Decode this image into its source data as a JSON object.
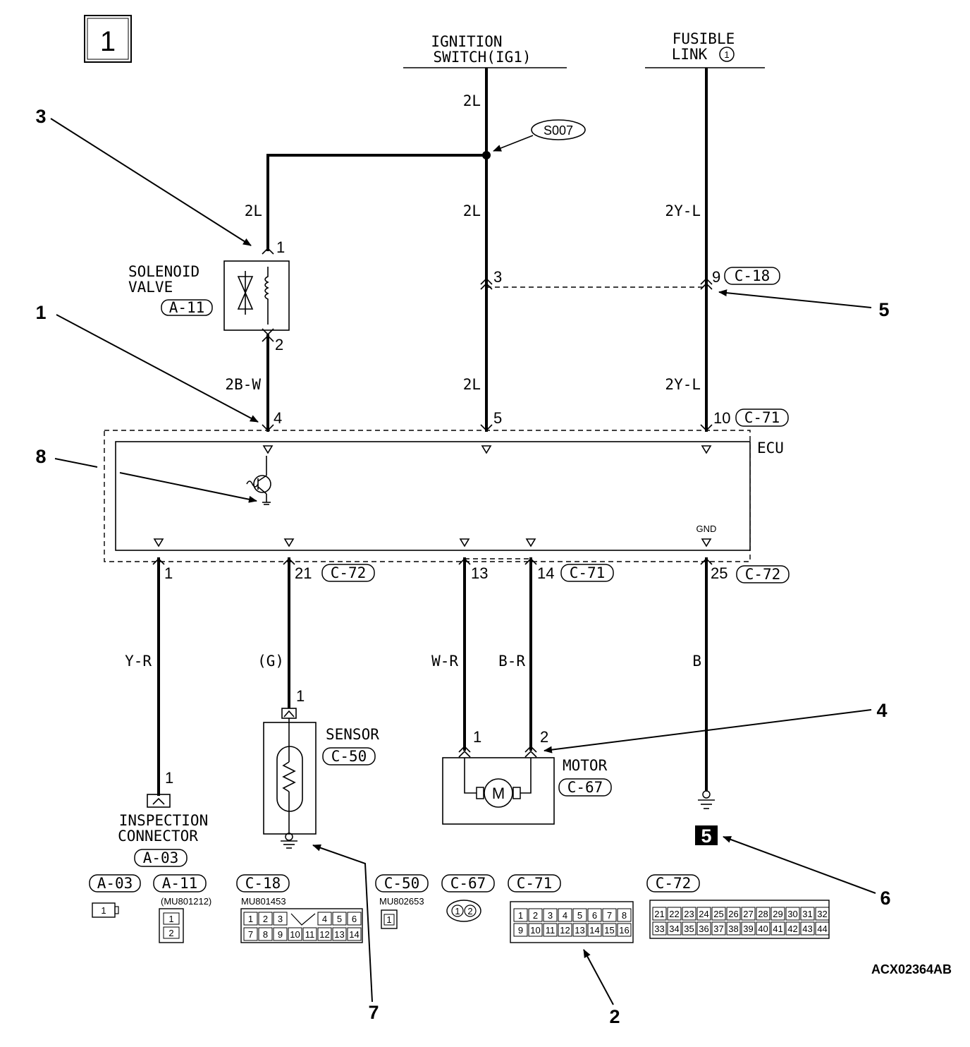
{
  "page_label": "1",
  "drawing_code": "ACX02364AB",
  "sources": {
    "ignition_line1": "IGNITION",
    "ignition_line2": "SWITCH(IG1)",
    "fusible_line1": "FUSIBLE",
    "fusible_line2": "LINK",
    "fusible_number": "1"
  },
  "splice": "S007",
  "wire_colors": {
    "ign_top": "2L",
    "ign_mid": "2L",
    "ign_low": "2L",
    "branch": "2L",
    "fusible_top": "2Y-L",
    "fusible_low": "2Y-L",
    "solenoid_out": "2B-W",
    "inspection": "Y-R",
    "sensor": "(G)",
    "motor_a": "W-R",
    "motor_b": "B-R",
    "ground": "B"
  },
  "components": {
    "solenoid_line1": "SOLENOID",
    "solenoid_line2": "VALVE",
    "solenoid_code": "A-11",
    "ecu": "ECU",
    "gnd": "GND",
    "sensor": "SENSOR",
    "sensor_code": "C-50",
    "motor": "MOTOR",
    "motor_code": "C-67",
    "insp_line1": "INSPECTION",
    "insp_line2": "CONNECTOR",
    "insp_code": "A-03",
    "ground_symbol": "5"
  },
  "pins": {
    "sol_1": "1",
    "sol_2": "2",
    "c18_3": "3",
    "c18_9": "9",
    "c18_code": "C-18",
    "ecu_4": "4",
    "ecu_5": "5",
    "ecu_10": "10",
    "c71_code_top": "C-71",
    "ecu_1": "1",
    "ecu_21": "21",
    "c72_code_a": "C-72",
    "ecu_13": "13",
    "ecu_14": "14",
    "c71_code_bot": "C-71",
    "ecu_25": "25",
    "c72_code_b": "C-72",
    "sensor_1": "1",
    "motor_1": "1",
    "motor_2": "2",
    "insp_1": "1"
  },
  "callouts": [
    "1",
    "2",
    "3",
    "4",
    "5",
    "6",
    "7",
    "8"
  ],
  "connector_legend": {
    "a03": {
      "code": "A-03",
      "pins": [
        "1"
      ]
    },
    "a11": {
      "code": "A-11",
      "part": "(MU801212)",
      "pins": [
        "1",
        "2"
      ]
    },
    "c18": {
      "code": "C-18",
      "part": "MU801453",
      "pins": [
        "1",
        "2",
        "3",
        "4",
        "5",
        "6",
        "7",
        "8",
        "9",
        "10",
        "11",
        "12",
        "13",
        "14"
      ]
    },
    "c50": {
      "code": "C-50",
      "part": "MU802653",
      "pins": [
        "1"
      ]
    },
    "c67": {
      "code": "C-67",
      "pins": [
        "1",
        "2"
      ]
    },
    "c71": {
      "code": "C-71",
      "pins": [
        "1",
        "2",
        "3",
        "4",
        "5",
        "6",
        "7",
        "8",
        "9",
        "10",
        "11",
        "12",
        "13",
        "14",
        "15",
        "16"
      ]
    },
    "c72": {
      "code": "C-72",
      "pins": [
        "21",
        "22",
        "23",
        "24",
        "25",
        "26",
        "27",
        "28",
        "29",
        "30",
        "31",
        "32",
        "33",
        "34",
        "35",
        "36",
        "37",
        "38",
        "39",
        "40",
        "41",
        "42",
        "43",
        "44"
      ]
    }
  }
}
